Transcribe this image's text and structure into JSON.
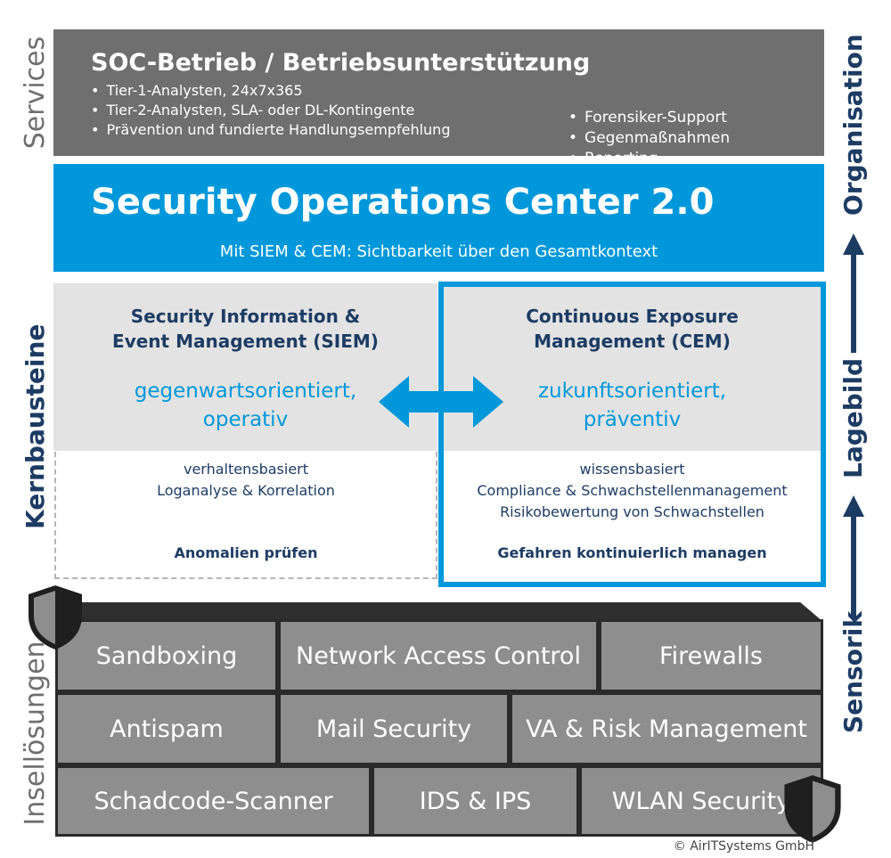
{
  "side_labels": {
    "services": "Services",
    "kernbausteine": "Kernbausteine",
    "insellosungen": "Insellösungen",
    "organisation": "Organisation",
    "lagebild": "Lagebild",
    "sensorik": "Sensorik"
  },
  "soc_band": {
    "title": "SOC-Betrieb / Betriebsunterstützung",
    "left_bullets": [
      "Tier-1-Analysten, 24x7x365",
      "Tier-2-Analysten, SLA- oder DL-Kontingente",
      "Prävention und fundierte Handlungsempfehlung"
    ],
    "right_bullets": [
      "Forensiker-Support",
      "Gegenmaßnahmen",
      "Reporting"
    ]
  },
  "center_band": {
    "title": "Security Operations Center 2.0",
    "subtitle": "Mit SIEM & CEM: Sichtbarkeit über den Gesamtkontext"
  },
  "siem": {
    "title_line1": "Security Information &",
    "title_line2": "Event Management (SIEM)",
    "orientation_line1": "gegenwartsorientiert,",
    "orientation_line2": "operativ",
    "desc_line1": "verhaltensbasiert",
    "desc_line2": "Loganalyse & Korrelation",
    "footer": "Anomalien prüfen"
  },
  "cem": {
    "title_line1": "Continuous Exposure",
    "title_line2": "Management (CEM)",
    "orientation_line1": "zukunftsorientiert,",
    "orientation_line2": "präventiv",
    "desc_line1": "wissensbasiert",
    "desc_line2": "Compliance & Schwachstellenmanagement",
    "desc_line3": "Risikobewertung von Schwachstellen",
    "footer": "Gefahren kontinuierlich managen"
  },
  "bricks": {
    "row1": [
      "Sandboxing",
      "Network Access Control",
      "Firewalls"
    ],
    "row2": [
      "Antispam",
      "Mail Security",
      "VA & Risk Management"
    ],
    "row3": [
      "Schadcode-Scanner",
      "IDS & IPS",
      "WLAN Security"
    ]
  },
  "icons": {
    "shield": "shield-icon",
    "arrow_up": "arrow-up-icon",
    "double_arrow": "double-arrow-icon"
  },
  "colors": {
    "accent_blue": "#0098db",
    "navy": "#1d3c64",
    "gray_band": "#6f6f6f",
    "brick": "#8e8e8e"
  },
  "copyright": "© AirITSystems GmbH"
}
